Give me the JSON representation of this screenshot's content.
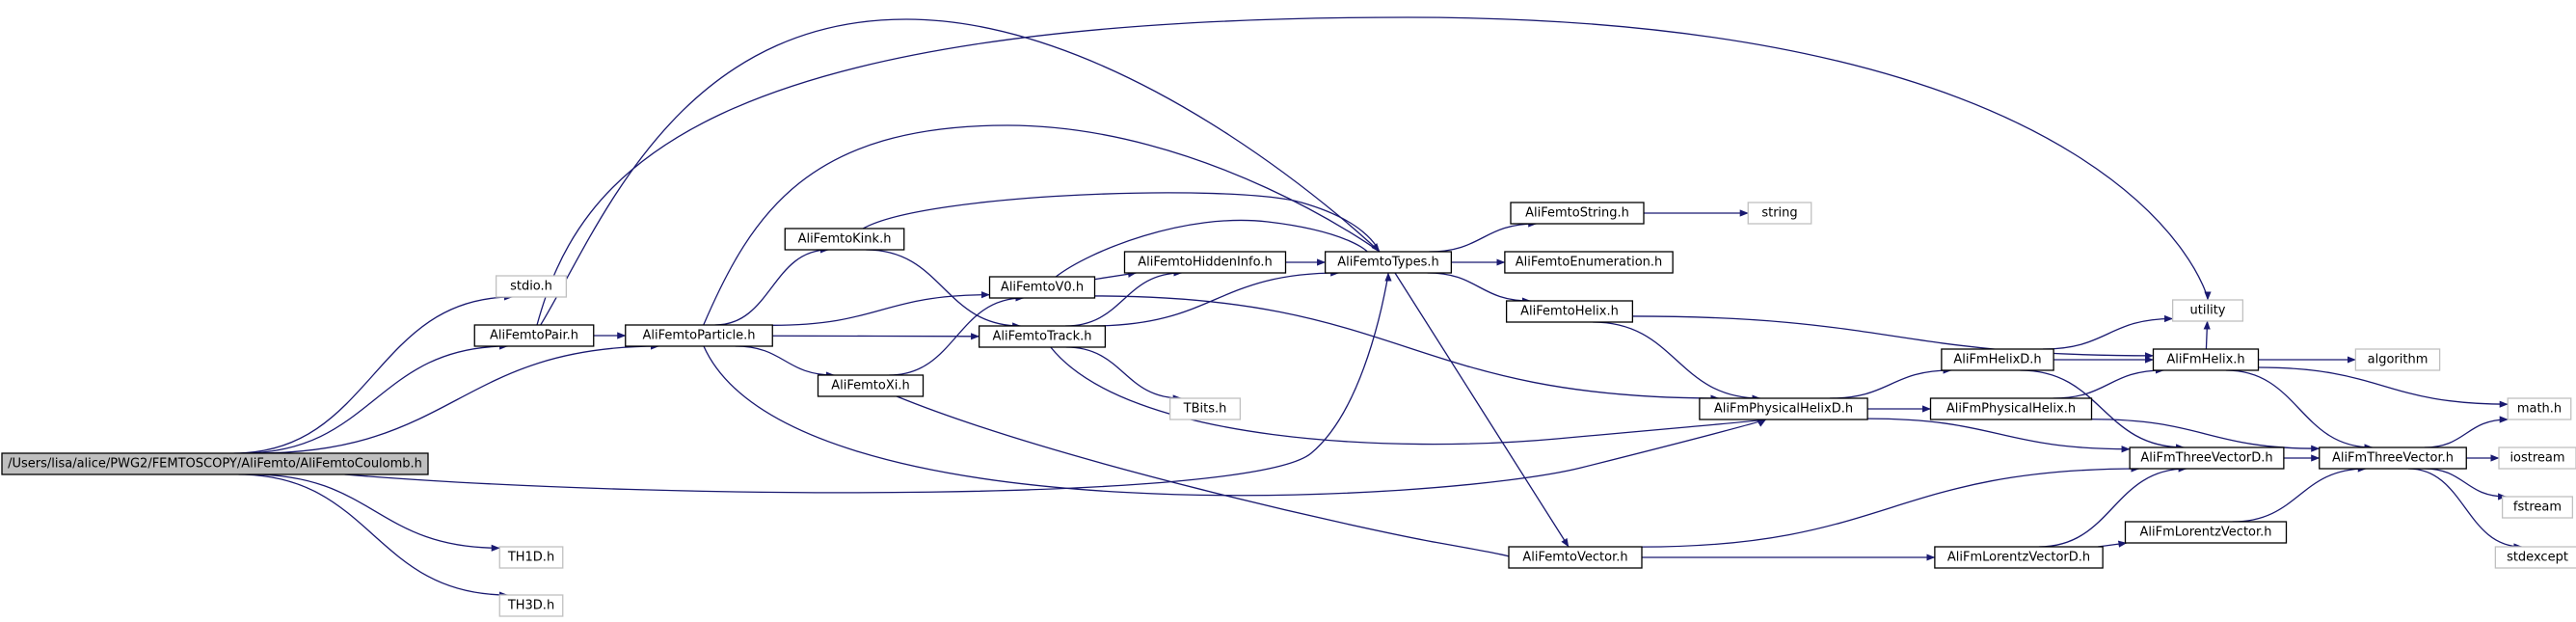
{
  "graph": {
    "root": "/Users/lisa/alice/PWG2/FEMTOSCOPY/AliFemto/AliFemtoCoulomb.h",
    "colors": {
      "edge": "#191970",
      "node_border": "#000000",
      "system_node_border": "#c0c0c0",
      "root_fill": "#bfbfbf",
      "node_fill": "#ffffff"
    },
    "nodes": [
      {
        "id": "root",
        "label": "/Users/lisa/alice/PWG2/FEMTOSCOPY/AliFemto/AliFemtoCoulomb.h",
        "kind": "root"
      },
      {
        "id": "stdio",
        "label": "stdio.h",
        "kind": "system"
      },
      {
        "id": "pair",
        "label": "AliFemtoPair.h",
        "kind": "local"
      },
      {
        "id": "particle",
        "label": "AliFemtoParticle.h",
        "kind": "local"
      },
      {
        "id": "th1d",
        "label": "TH1D.h",
        "kind": "system"
      },
      {
        "id": "th3d",
        "label": "TH3D.h",
        "kind": "system"
      },
      {
        "id": "kink",
        "label": "AliFemtoKink.h",
        "kind": "local"
      },
      {
        "id": "v0",
        "label": "AliFemtoV0.h",
        "kind": "local"
      },
      {
        "id": "track",
        "label": "AliFemtoTrack.h",
        "kind": "local"
      },
      {
        "id": "xi",
        "label": "AliFemtoXi.h",
        "kind": "local"
      },
      {
        "id": "hidden",
        "label": "AliFemtoHiddenInfo.h",
        "kind": "local"
      },
      {
        "id": "tbits",
        "label": "TBits.h",
        "kind": "system"
      },
      {
        "id": "types",
        "label": "AliFemtoTypes.h",
        "kind": "local"
      },
      {
        "id": "fstring",
        "label": "AliFemtoString.h",
        "kind": "local"
      },
      {
        "id": "enumer",
        "label": "AliFemtoEnumeration.h",
        "kind": "local"
      },
      {
        "id": "fhelix",
        "label": "AliFemtoHelix.h",
        "kind": "local"
      },
      {
        "id": "fvector",
        "label": "AliFemtoVector.h",
        "kind": "local"
      },
      {
        "id": "string",
        "label": "string",
        "kind": "system"
      },
      {
        "id": "physhelixd",
        "label": "AliFmPhysicalHelixD.h",
        "kind": "local"
      },
      {
        "id": "helixd",
        "label": "AliFmHelixD.h",
        "kind": "local"
      },
      {
        "id": "physhelix",
        "label": "AliFmPhysicalHelix.h",
        "kind": "local"
      },
      {
        "id": "lorentzd",
        "label": "AliFmLorentzVectorD.h",
        "kind": "local"
      },
      {
        "id": "utility",
        "label": "utility",
        "kind": "system"
      },
      {
        "id": "fmhelix",
        "label": "AliFmHelix.h",
        "kind": "local"
      },
      {
        "id": "threevecd",
        "label": "AliFmThreeVectorD.h",
        "kind": "local"
      },
      {
        "id": "lorentz",
        "label": "AliFmLorentzVector.h",
        "kind": "local"
      },
      {
        "id": "algorithm",
        "label": "algorithm",
        "kind": "system"
      },
      {
        "id": "threevec",
        "label": "AliFmThreeVector.h",
        "kind": "local"
      },
      {
        "id": "math",
        "label": "math.h",
        "kind": "system"
      },
      {
        "id": "iostream",
        "label": "iostream",
        "kind": "system"
      },
      {
        "id": "fstream",
        "label": "fstream",
        "kind": "system"
      },
      {
        "id": "stdexcept",
        "label": "stdexcept",
        "kind": "system"
      }
    ],
    "edges": [
      [
        "root",
        "stdio"
      ],
      [
        "root",
        "pair"
      ],
      [
        "root",
        "particle"
      ],
      [
        "root",
        "types"
      ],
      [
        "root",
        "th1d"
      ],
      [
        "root",
        "th3d"
      ],
      [
        "pair",
        "particle"
      ],
      [
        "pair",
        "types"
      ],
      [
        "pair",
        "utility"
      ],
      [
        "particle",
        "kink"
      ],
      [
        "particle",
        "v0"
      ],
      [
        "particle",
        "track"
      ],
      [
        "particle",
        "xi"
      ],
      [
        "particle",
        "types"
      ],
      [
        "particle",
        "physhelixd"
      ],
      [
        "kink",
        "types"
      ],
      [
        "kink",
        "track"
      ],
      [
        "v0",
        "hidden"
      ],
      [
        "v0",
        "types"
      ],
      [
        "v0",
        "physhelixd"
      ],
      [
        "xi",
        "v0"
      ],
      [
        "xi",
        "fvector"
      ],
      [
        "track",
        "hidden"
      ],
      [
        "track",
        "types"
      ],
      [
        "track",
        "tbits"
      ],
      [
        "track",
        "physhelixd"
      ],
      [
        "hidden",
        "types"
      ],
      [
        "types",
        "fstring"
      ],
      [
        "types",
        "enumer"
      ],
      [
        "types",
        "fhelix"
      ],
      [
        "types",
        "fvector"
      ],
      [
        "fstring",
        "string"
      ],
      [
        "fhelix",
        "physhelixd"
      ],
      [
        "fhelix",
        "fmhelix"
      ],
      [
        "fvector",
        "threevecd"
      ],
      [
        "fvector",
        "lorentzd"
      ],
      [
        "physhelixd",
        "helixd"
      ],
      [
        "physhelixd",
        "physhelix"
      ],
      [
        "physhelixd",
        "threevecd"
      ],
      [
        "helixd",
        "fmhelix"
      ],
      [
        "helixd",
        "utility"
      ],
      [
        "helixd",
        "threevecd"
      ],
      [
        "physhelix",
        "fmhelix"
      ],
      [
        "physhelix",
        "threevec"
      ],
      [
        "lorentzd",
        "threevecd"
      ],
      [
        "lorentzd",
        "lorentz"
      ],
      [
        "lorentz",
        "threevec"
      ],
      [
        "fmhelix",
        "utility"
      ],
      [
        "fmhelix",
        "algorithm"
      ],
      [
        "fmhelix",
        "math"
      ],
      [
        "fmhelix",
        "threevec"
      ],
      [
        "threevecd",
        "threevec"
      ],
      [
        "threevec",
        "math"
      ],
      [
        "threevec",
        "iostream"
      ],
      [
        "threevec",
        "fstream"
      ],
      [
        "threevec",
        "stdexcept"
      ]
    ]
  }
}
